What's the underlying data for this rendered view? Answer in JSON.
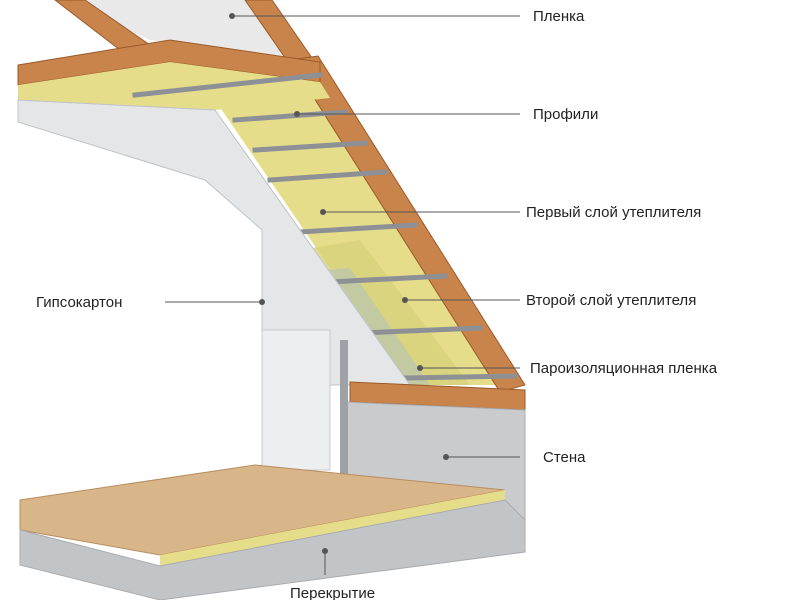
{
  "labels": {
    "film": "Пленка",
    "profiles": "Профили",
    "first_insulation": "Первый слой утеплителя",
    "drywall": "Гипсокартон",
    "second_insulation": "Второй слой утеплителя",
    "vapor_barrier": "Пароизоляционная пленка",
    "wall": "Стена",
    "floor_slab": "Перекрытие"
  },
  "colors": {
    "wood": "#c8844a",
    "wood_dark": "#9a5a2a",
    "insulation": "#e6dd8a",
    "concrete": "#c9cbcd",
    "concrete_dark": "#a9acaf",
    "drywall": "#e4e6e7",
    "floor": "#d9b58a",
    "metal": "#8d9196",
    "leader": "#555555",
    "film": "#e9e9e9"
  }
}
